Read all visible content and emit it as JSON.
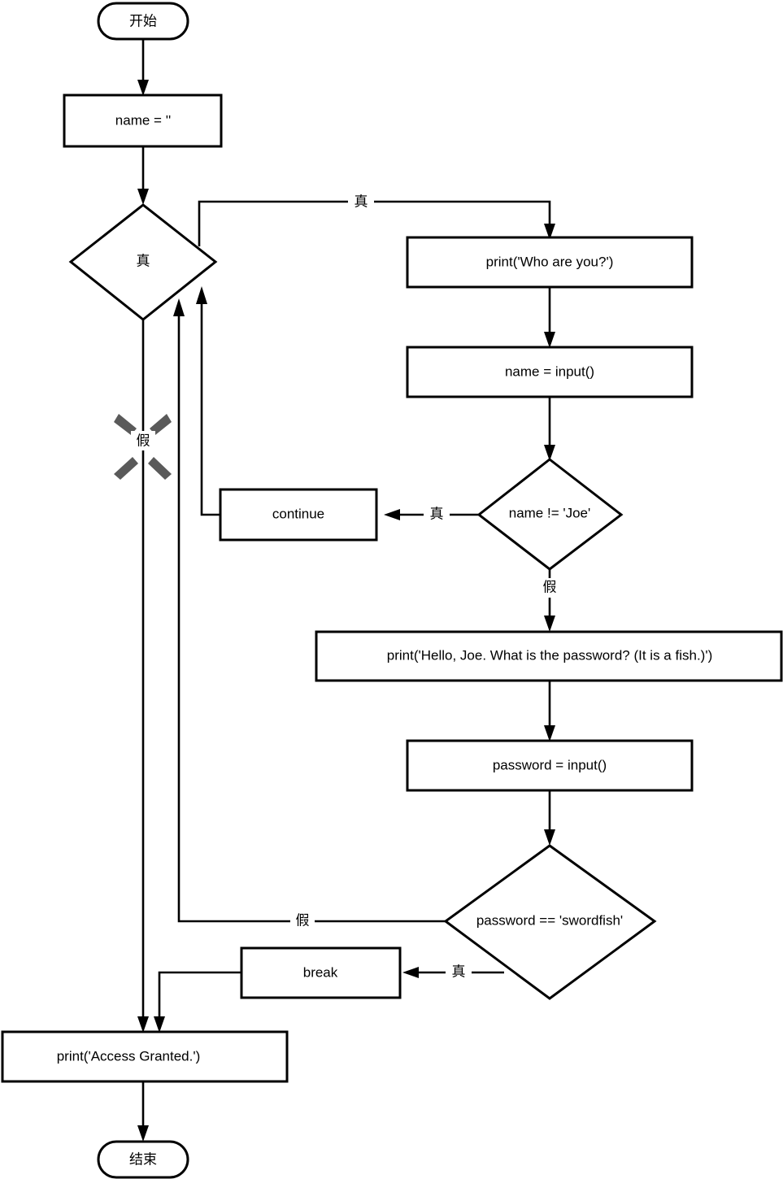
{
  "diagram": {
    "type": "flowchart",
    "title": "",
    "language": "zh-CN",
    "colors": {
      "stroke": "#000000",
      "fill": "#ffffff",
      "crossmark": "#5a5a5a"
    },
    "nodes": [
      {
        "id": "start",
        "shape": "stadium",
        "label": "开始"
      },
      {
        "id": "init_name",
        "shape": "rectangle",
        "label": "name = ''"
      },
      {
        "id": "loop_cond",
        "shape": "diamond",
        "label": "真"
      },
      {
        "id": "print_who",
        "shape": "rectangle",
        "label": "print('Who are you?')"
      },
      {
        "id": "name_input",
        "shape": "rectangle",
        "label": "name = input()"
      },
      {
        "id": "name_check",
        "shape": "diamond",
        "label": "name != 'Joe'"
      },
      {
        "id": "continue",
        "shape": "rectangle",
        "label": "continue"
      },
      {
        "id": "print_hello",
        "shape": "rectangle",
        "label": "print('Hello, Joe. What is the password? (It is a fish.)')"
      },
      {
        "id": "pass_input",
        "shape": "rectangle",
        "label": "password = input()"
      },
      {
        "id": "pass_check",
        "shape": "diamond",
        "label": "password == 'swordfish'"
      },
      {
        "id": "break",
        "shape": "rectangle",
        "label": "break"
      },
      {
        "id": "print_access",
        "shape": "rectangle",
        "label": "print('Access Granted.')"
      },
      {
        "id": "end",
        "shape": "stadium",
        "label": "结束"
      }
    ],
    "edges": [
      {
        "from": "start",
        "to": "init_name",
        "label": ""
      },
      {
        "from": "init_name",
        "to": "loop_cond",
        "label": ""
      },
      {
        "from": "loop_cond",
        "to": "print_who",
        "label": "真"
      },
      {
        "from": "loop_cond",
        "to": "print_access",
        "label": "假"
      },
      {
        "from": "print_who",
        "to": "name_input",
        "label": ""
      },
      {
        "from": "name_input",
        "to": "name_check",
        "label": ""
      },
      {
        "from": "name_check",
        "to": "continue",
        "label": "真"
      },
      {
        "from": "name_check",
        "to": "print_hello",
        "label": "假"
      },
      {
        "from": "continue",
        "to": "loop_cond",
        "label": ""
      },
      {
        "from": "print_hello",
        "to": "pass_input",
        "label": ""
      },
      {
        "from": "pass_input",
        "to": "pass_check",
        "label": ""
      },
      {
        "from": "pass_check",
        "to": "loop_cond",
        "label": "假"
      },
      {
        "from": "pass_check",
        "to": "break",
        "label": "真"
      },
      {
        "from": "break",
        "to": "print_access",
        "label": ""
      },
      {
        "from": "print_access",
        "to": "end",
        "label": ""
      }
    ],
    "edge_labels": {
      "loop_true": "真",
      "loop_false": "假",
      "name_true": "真",
      "name_false": "假",
      "pass_false": "假",
      "pass_true": "真"
    }
  }
}
